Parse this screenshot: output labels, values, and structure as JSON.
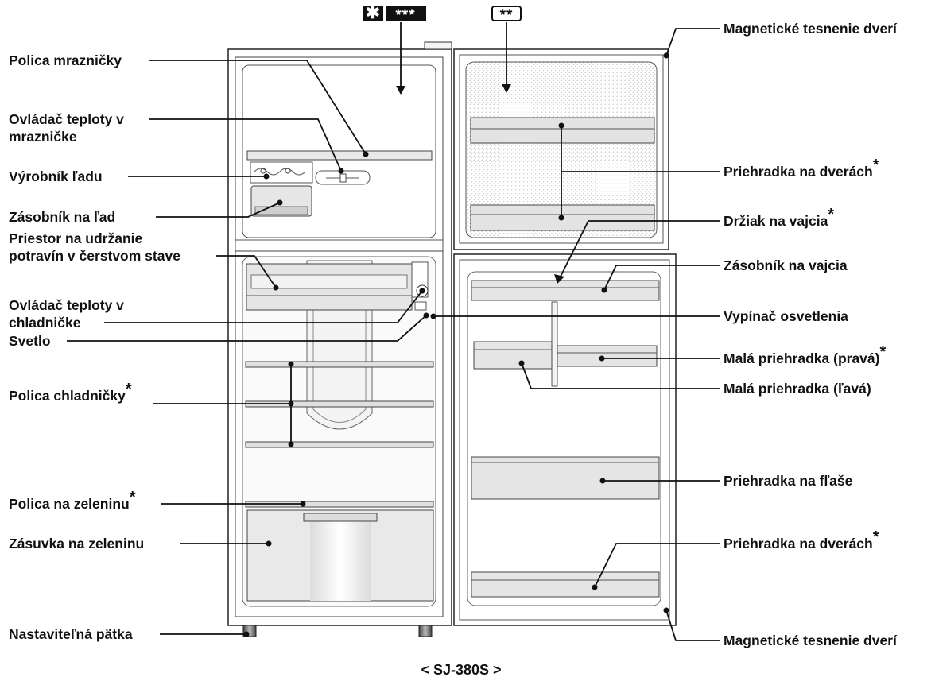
{
  "labels": {
    "freezer_shelf": "Polica mrazničky",
    "freezer_temp_control": "Ovládač teploty v\nmrazničke",
    "ice_maker": "Výrobník ľadu",
    "ice_box": "Zásobník na ľad",
    "fresh_zone": "Priestor na udržanie\npotravín v čerstvom stave",
    "fridge_temp_control": "Ovládač teploty v\nchladničke",
    "light": "Svetlo",
    "fridge_shelf": "Polica chladničky",
    "crisper_shelf": "Polica na zeleninu",
    "crisper_drawer": "Zásuvka na zeleninu",
    "adjustable_foot": "Nastaviteľná pätka",
    "door_gasket_top": "Magnetické tesnenie dverí",
    "door_pocket_top": "Priehradka na dverách",
    "egg_holder": "Držiak na vajcia",
    "egg_tray": "Zásobník na vajcia",
    "light_switch": "Vypínač osvetlenia",
    "small_pocket_right": "Malá priehradka (pravá)",
    "small_pocket_left": "Malá priehradka (ľavá)",
    "bottle_pocket": "Priehradka na fľaše",
    "door_pocket_bottom": "Priehradka na dverách",
    "door_gasket_bottom": "Magnetické tesnenie dverí"
  },
  "asterisk": "*",
  "badges": {
    "freezer_rating": "***",
    "door_rating": "**"
  },
  "caption": "< SJ-380S >"
}
